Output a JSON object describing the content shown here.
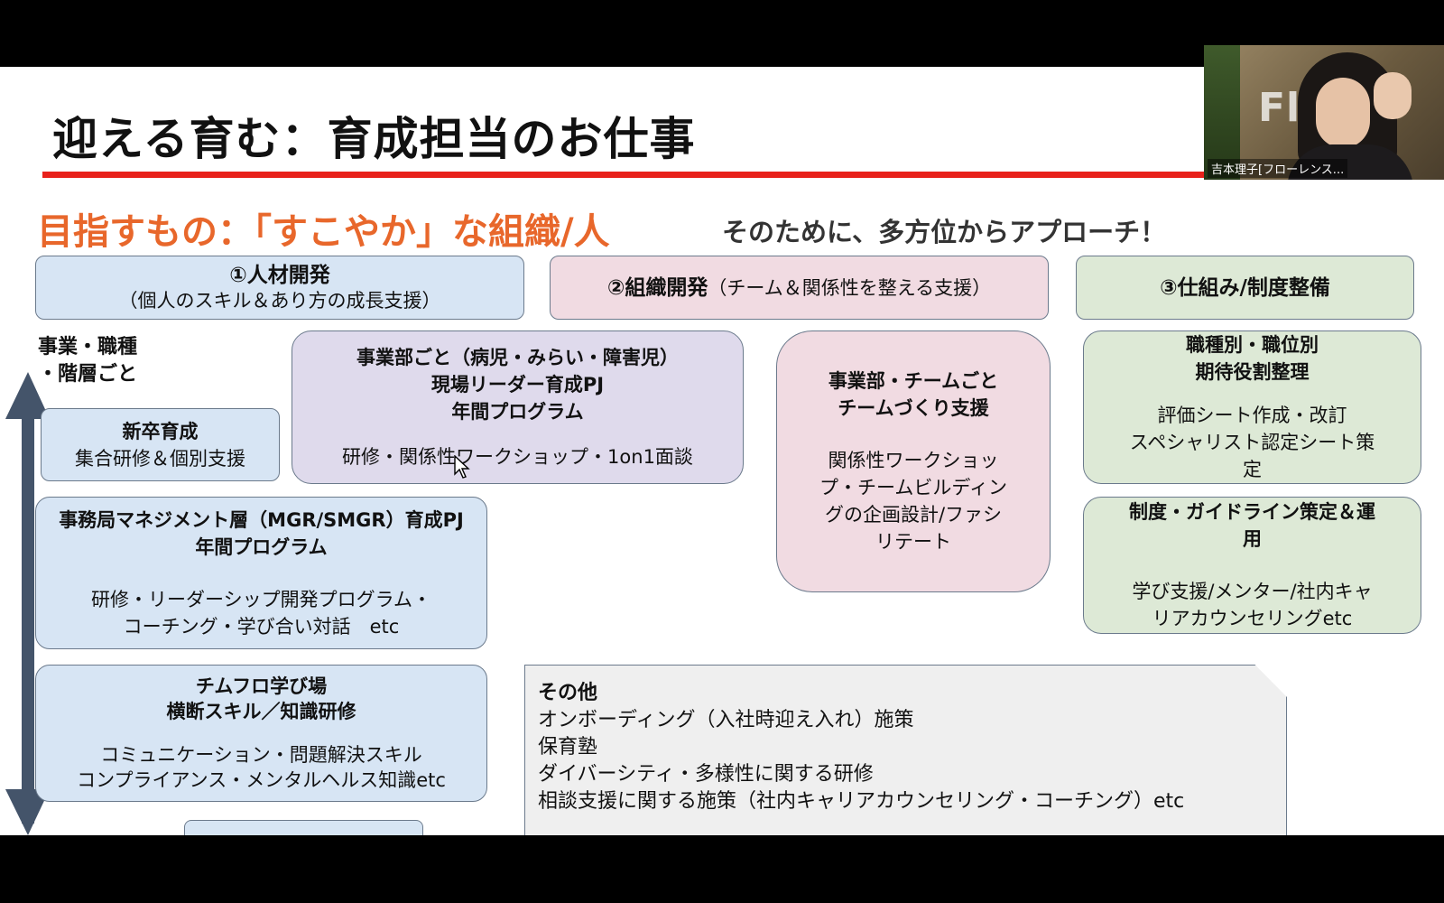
{
  "slide": {
    "title": "迎える育む：育成担当のお仕事",
    "goal": "目指すもの：「すこやか」な組織/人",
    "approach": "そのために、多方位からアプローチ！",
    "side_label": [
      "事業・職種",
      "・階層ごと"
    ],
    "categories": {
      "hr_dev": {
        "title": "①人材開発",
        "sub": "（個人のスキル＆あり方の成長支援）"
      },
      "org_dev": {
        "title": "②組織開発",
        "sub": "（チーム＆関係性を整える支援）"
      },
      "systems": {
        "title": "③仕組み/制度整備"
      }
    },
    "boxes": {
      "new_grad": {
        "title": "新卒育成",
        "body": "集合研修＆個別支援"
      },
      "division_leader": {
        "lines": [
          "事業部ごと（病児・みらい・障害児）",
          "現場リーダー育成PJ",
          "年間プログラム"
        ],
        "body": "研修・関係性ワークショップ・1on1面談"
      },
      "mgr": {
        "lines": [
          "事務局マネジメント層（MGR/SMGR）育成PJ",
          "年間プログラム"
        ],
        "body": [
          "研修・リーダーシップ開発プログラム・",
          "コーチング・学び合い対話　etc"
        ]
      },
      "learning": {
        "lines": [
          "チムフロ学び場",
          "横断スキル／知識研修"
        ],
        "body": [
          "コミュニケーション・問題解決スキル",
          "コンプライアンス・メンタルヘルス知識etc"
        ]
      },
      "team_support": {
        "lines": [
          "事業部・チームごと",
          "チームづくり支援"
        ],
        "body": [
          "関係性ワークショッ",
          "プ・チームビルディン",
          "グの企画設計/ファシ",
          "リテート"
        ]
      },
      "roles": {
        "lines": [
          "職種別・職位別",
          "期待役割整理"
        ],
        "body": [
          "評価シート作成・改訂",
          "スペシャリスト認定シート策",
          "定"
        ]
      },
      "guidelines": {
        "lines": [
          "制度・ガイドライン策定＆運",
          "用"
        ],
        "body": [
          "学び支援/メンター/社内キャ",
          "リアカウンセリングetc"
        ]
      }
    },
    "other": {
      "title": "その他",
      "items": [
        "オンボーディング（入社時迎え入れ）施策",
        "保育塾",
        "ダイバーシティ・多様性に関する研修",
        "相談支援に関する施策（社内キャリアカウンセリング・コーチング）etc"
      ]
    }
  },
  "webcam": {
    "name": "吉本理子[フローレンス...",
    "logo_text": "Flo  ce"
  },
  "colors": {
    "accent_red": "#e8211b",
    "goal_orange": "#e8672b"
  }
}
